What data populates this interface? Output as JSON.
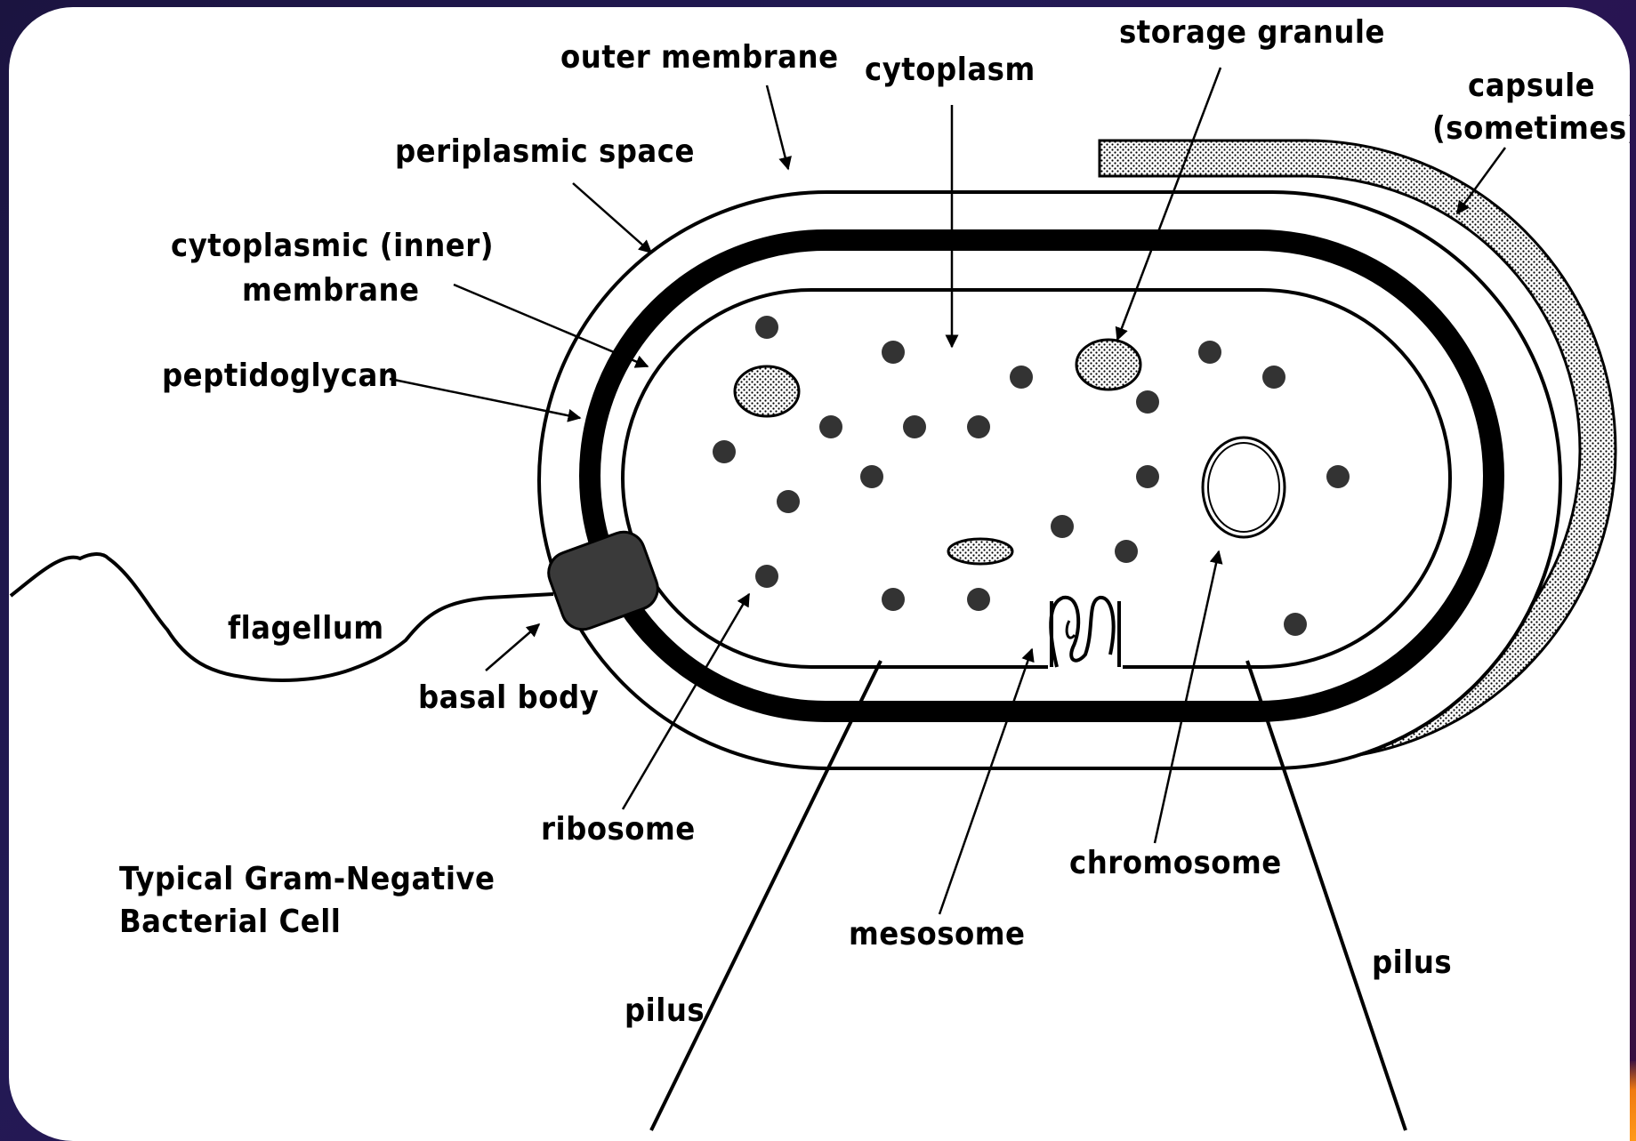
{
  "labels": {
    "outer_membrane": "outer membrane",
    "cytoplasm": "cytoplasm",
    "storage_granule": "storage granule",
    "capsule_line1": "capsule",
    "capsule_line2": "(sometimes)",
    "periplasmic_space": "periplasmic space",
    "cytoplasmic_membrane_line1": "cytoplasmic (inner)",
    "cytoplasmic_membrane_line2": "membrane",
    "peptidoglycan": "peptidoglycan",
    "flagellum": "flagellum",
    "basal_body": "basal body",
    "ribosome": "ribosome",
    "chromosome": "chromosome",
    "mesosome": "mesosome",
    "pilus_left": "pilus",
    "pilus_right": "pilus"
  },
  "title": {
    "line1": "Typical Gram-Negative",
    "line2": "Bacterial Cell"
  },
  "colors": {
    "background": "#1b1440",
    "panel": "#ffffff",
    "ink": "#000000",
    "ribosome": "#333333",
    "basal_body": "#3a3a3a",
    "corner_accent": "#f07a10"
  }
}
